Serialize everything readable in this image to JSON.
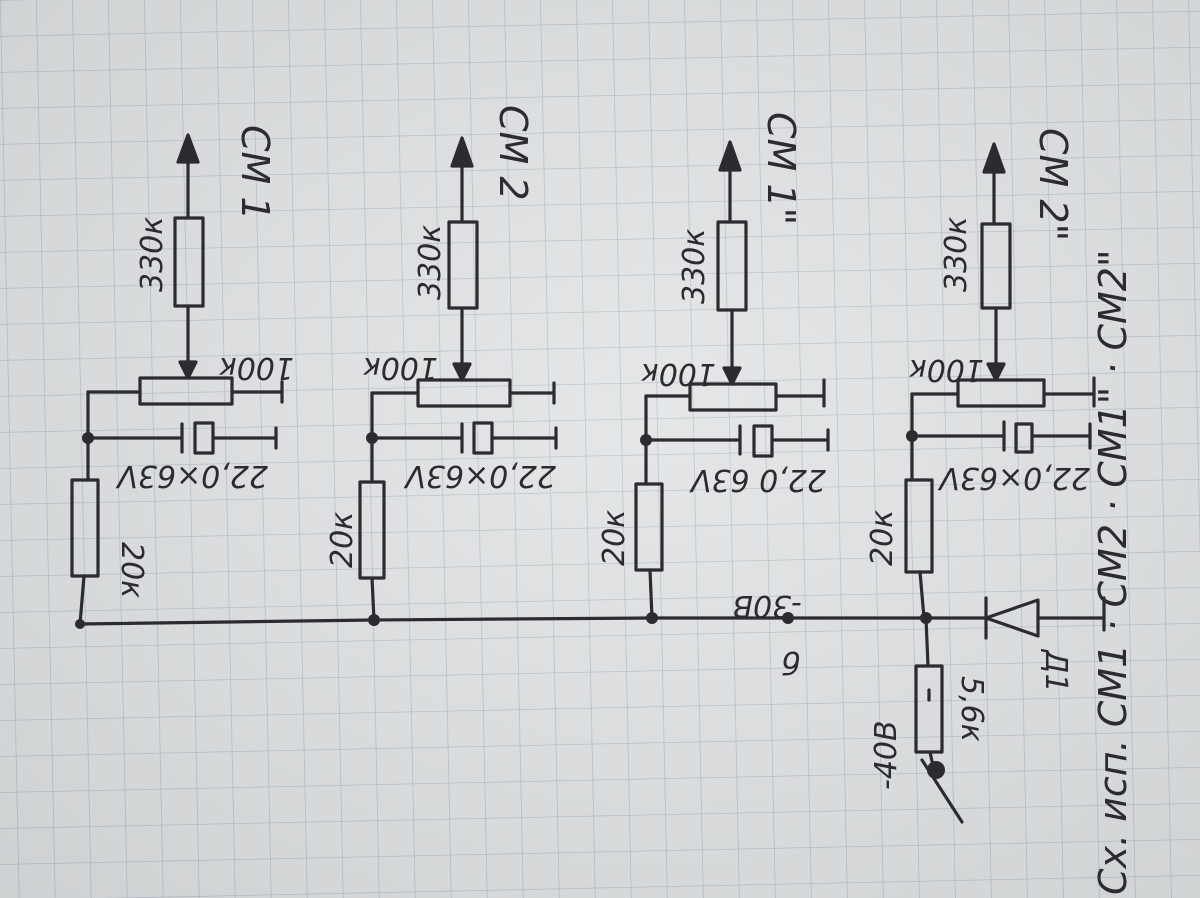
{
  "colors": {
    "paper": "#dfe1e2",
    "grid": "#a9b4bf",
    "ink": "#2b2b30"
  },
  "stages": [
    {
      "output_label": "СМ 1",
      "r_top": "330к",
      "pot": "100к",
      "cap": "22,0×63V",
      "r_bottom": "20к"
    },
    {
      "output_label": "СМ 2",
      "r_top": "330к",
      "pot": "100к",
      "cap": "22,0×63V",
      "r_bottom": "20к"
    },
    {
      "output_label": "СМ 1\"",
      "r_top": "330к",
      "pot": "100к",
      "cap": "22,0 63V",
      "r_bottom": "20к"
    },
    {
      "output_label": "СМ 2\"",
      "r_top": "330к",
      "pot": "100к",
      "cap": "22,0×63V",
      "r_bottom": "20к"
    }
  ],
  "bus": {
    "node_letter": "б",
    "voltage": "-30В"
  },
  "supply": {
    "resistor": "5,6к",
    "voltage": "-40В"
  },
  "diode": {
    "label": "Д1"
  },
  "caption": "Сх. исп. СМ1 · СМ2 · СМ1\" · СМ2\""
}
